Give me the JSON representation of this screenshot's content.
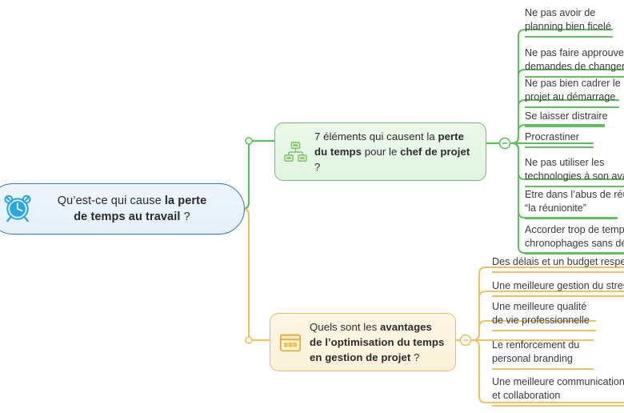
{
  "diagram": {
    "type": "mind-map",
    "background": "#ffffff",
    "colors": {
      "root_border": "#2d7cc4",
      "root_fill": "#e9f1fa",
      "root_icon": "#29a8e0",
      "green_border": "#6dc06d",
      "green_fill": "#e7f6e7",
      "green_line": "#5cc05c",
      "orange_border": "#e8bd63",
      "orange_fill": "#fdf4e0",
      "orange_line": "#edc263",
      "text": "#333333"
    }
  },
  "root": {
    "icon": "alarm-clock-icon",
    "line1_plain": "Qu’est-ce qui cause ",
    "line1_bold": "la perte",
    "line2_bold": "de temps au travail",
    "line2_plain": " ?"
  },
  "branches": [
    {
      "id": "green",
      "icon": "org-chart-icon",
      "collapse_toggle": "minus",
      "title_parts": [
        {
          "text": "7 éléments qui causent la ",
          "bold": false
        },
        {
          "text": "perte du temps",
          "bold": true
        },
        {
          "text": " pour le ",
          "bold": false
        },
        {
          "text": "chef de projet",
          "bold": true
        },
        {
          "text": " ?",
          "bold": false
        }
      ],
      "items": [
        {
          "lines": [
            "Ne pas avoir de",
            "planning bien ficelé"
          ]
        },
        {
          "lines": [
            "Ne pas faire approuver les",
            "demandes de changement"
          ]
        },
        {
          "lines": [
            "Ne pas bien cadrer le",
            "projet au démarrage"
          ]
        },
        {
          "lines": [
            "Se laisser distraire"
          ]
        },
        {
          "lines": [
            "Procrastiner"
          ]
        },
        {
          "lines": [
            "Ne pas utiliser les",
            "technologies à son avantage"
          ]
        },
        {
          "lines": [
            "Etre dans l’abus de réunion",
            "“la réunionite”"
          ]
        },
        {
          "lines": [
            "Accorder trop de temps aux",
            "chronophages sans déléguer"
          ]
        }
      ]
    },
    {
      "id": "orange",
      "icon": "calendar-icon",
      "collapse_toggle": "minus",
      "title_parts": [
        {
          "text": "Quels sont les ",
          "bold": false
        },
        {
          "text": "avantages de l’optimisation du temps en gestion de projet",
          "bold": true
        },
        {
          "text": " ?",
          "bold": false
        }
      ],
      "items": [
        {
          "lines": [
            "Des délais et un budget respectés"
          ]
        },
        {
          "lines": [
            "Une meilleure gestion du stress"
          ]
        },
        {
          "lines": [
            "Une meilleure qualité",
            "de vie professionnelle"
          ]
        },
        {
          "lines": [
            "Le renforcement du",
            "personal branding"
          ]
        },
        {
          "lines": [
            "Une meilleure communication",
            "et collaboration"
          ]
        }
      ]
    }
  ]
}
